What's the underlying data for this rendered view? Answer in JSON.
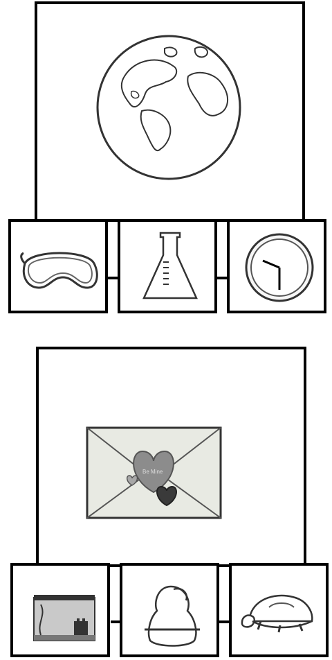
{
  "puzzles": [
    {
      "main_picture": "earth-globe",
      "choices": [
        "safety-goggles",
        "erlenmeyer-flask",
        "wall-clock"
      ]
    },
    {
      "main_picture": "love-letter-envelope",
      "main_picture_text": "Be Mine",
      "choices": [
        "aquarium",
        "parrot",
        "turtle"
      ]
    }
  ]
}
